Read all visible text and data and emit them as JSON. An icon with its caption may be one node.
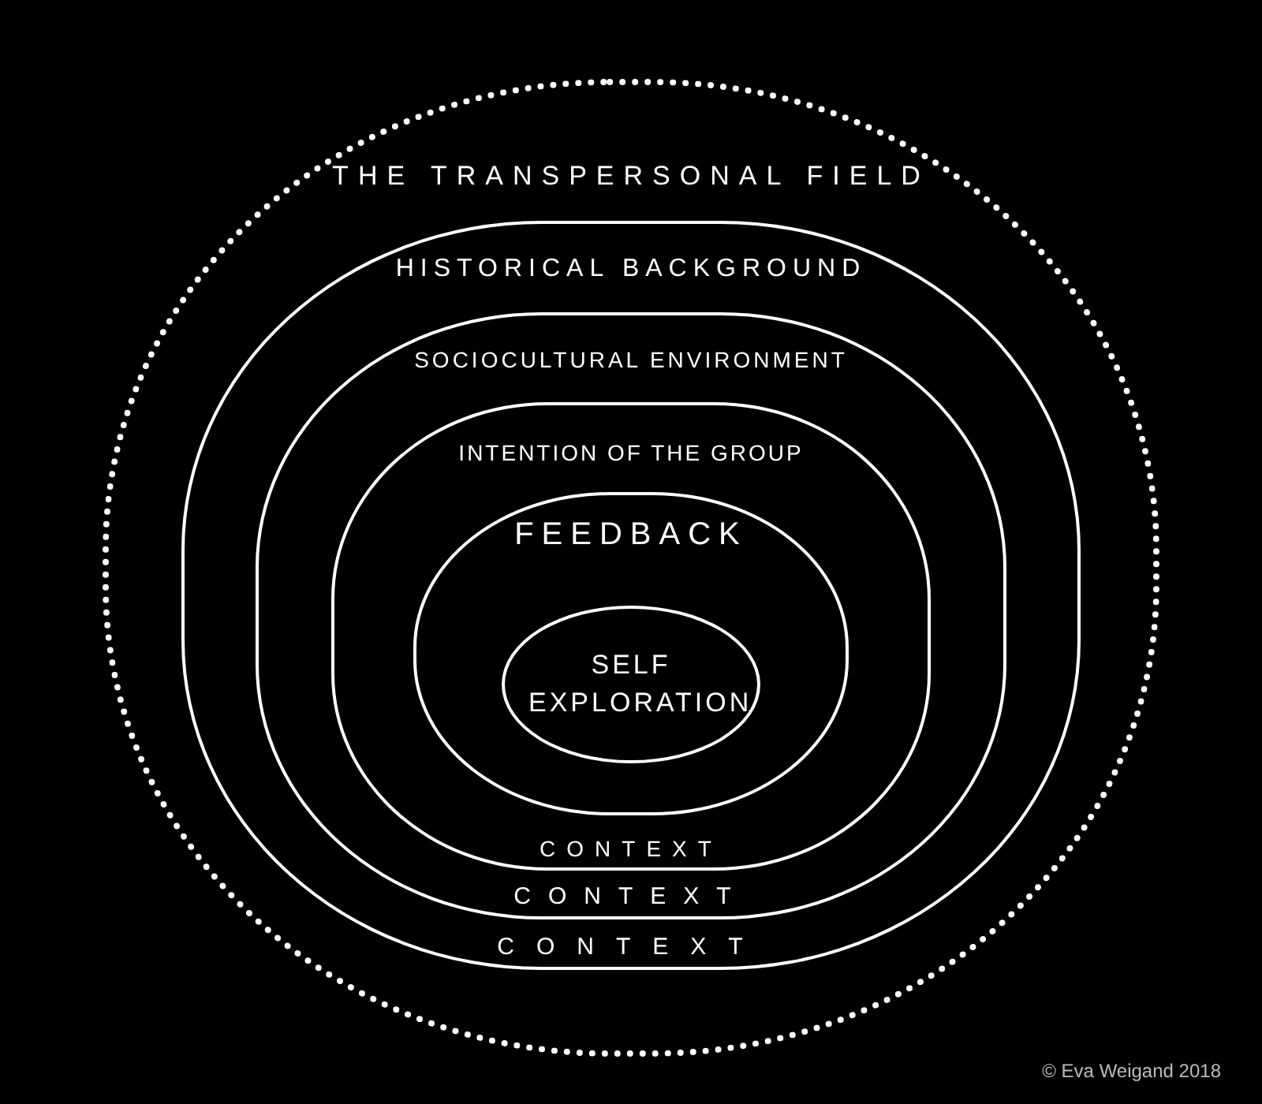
{
  "diagram": {
    "nodes": [
      {
        "text": [
          "THE TRANSPERSONAL FIELD"
        ]
      },
      {
        "text": [
          "HISTORICAL BACKGROUND",
          "CONTEXT"
        ],
        "in": 0
      },
      {
        "text": [
          "SOCIOCULTURAL ENVIRONMENT",
          "CONTEXT"
        ],
        "in": 1
      },
      {
        "text": [
          "INTENTION OF THE GROUP",
          "CONTEXT"
        ],
        "in": 2
      },
      {
        "text": [
          "FEEDBACK"
        ],
        "in": 3
      },
      {
        "text": [
          "SELF EXPLORATION"
        ],
        "in": 4
      }
    ],
    "labels": [
      "© Eva Weigand 2018"
    ]
  }
}
